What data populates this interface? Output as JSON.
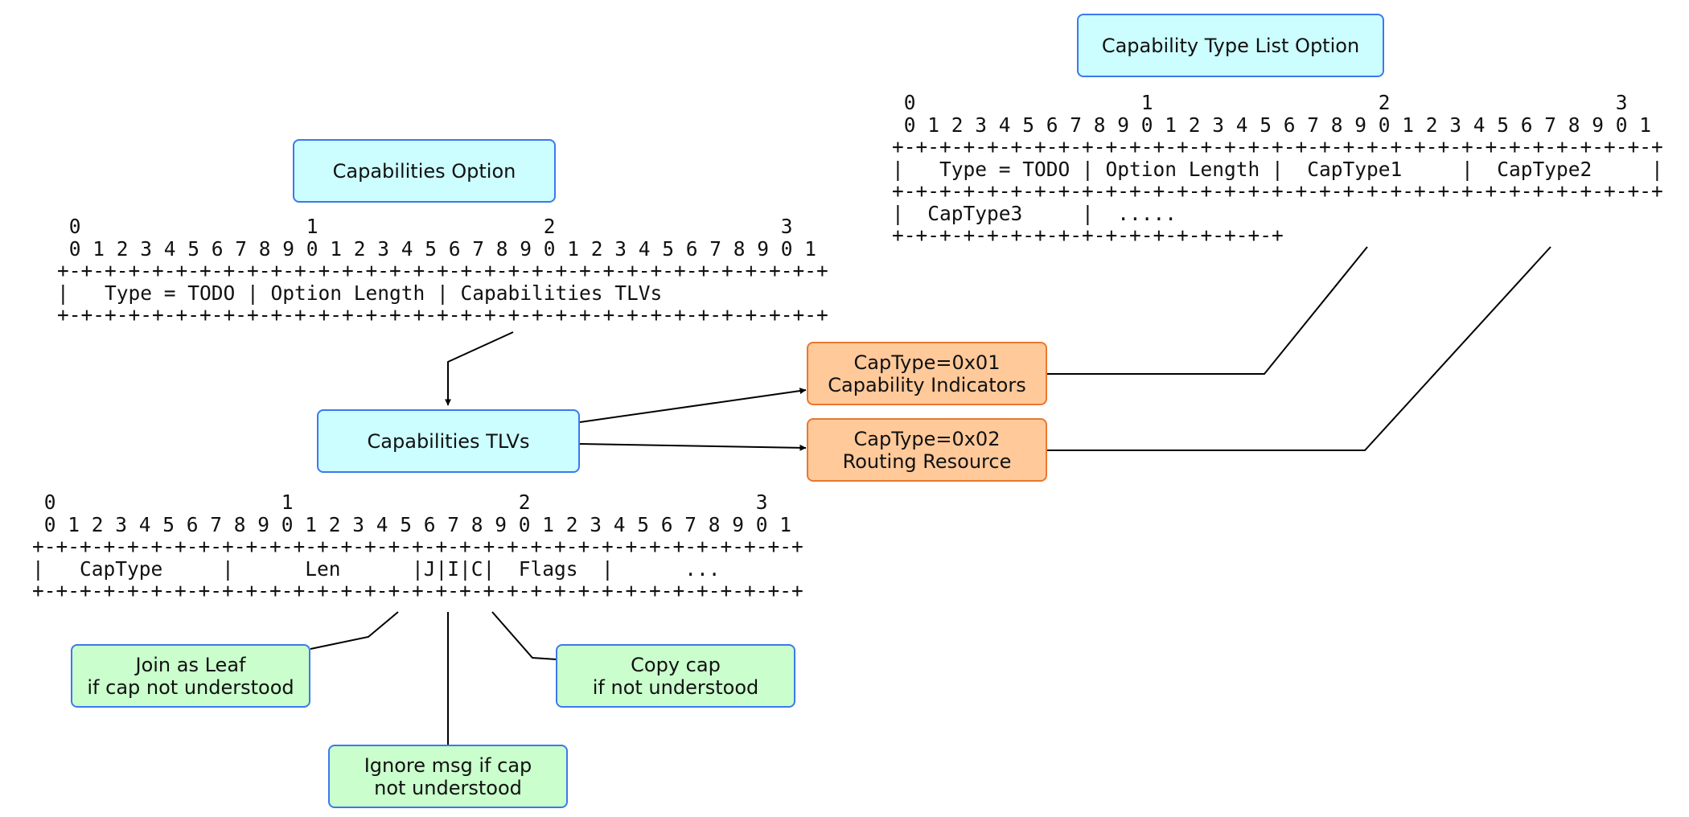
{
  "nodes": {
    "capability_type_list_option": "Capability Type List Option",
    "capabilities_option": "Capabilities Option",
    "capabilities_tlvs": "Capabilities TLVs",
    "captype_01": [
      "CapType=0x01",
      "Capability Indicators"
    ],
    "captype_02": [
      "CapType=0x02",
      "Routing Resource"
    ],
    "join_as_leaf": [
      "Join as Leaf",
      "if cap not understood"
    ],
    "copy_cap": [
      "Copy cap",
      "if not understood"
    ],
    "ignore_msg": [
      "Ignore msg if cap",
      "not understood"
    ]
  },
  "ascii": {
    "capability_type_list_option": [
      " 0                   1                   2                   3",
      " 0 1 2 3 4 5 6 7 8 9 0 1 2 3 4 5 6 7 8 9 0 1 2 3 4 5 6 7 8 9 0 1",
      "+-+-+-+-+-+-+-+-+-+-+-+-+-+-+-+-+-+-+-+-+-+-+-+-+-+-+-+-+-+-+-+-+",
      "|   Type = TODO | Option Length |  CapType1     |  CapType2     |",
      "+-+-+-+-+-+-+-+-+-+-+-+-+-+-+-+-+-+-+-+-+-+-+-+-+-+-+-+-+-+-+-+-+",
      "|  CapType3     |  .....",
      "+-+-+-+-+-+-+-+-+-+-+-+-+-+-+-+-+"
    ],
    "capabilities_option": [
      " 0                   1                   2                   3",
      " 0 1 2 3 4 5 6 7 8 9 0 1 2 3 4 5 6 7 8 9 0 1 2 3 4 5 6 7 8 9 0 1",
      "+-+-+-+-+-+-+-+-+-+-+-+-+-+-+-+-+-+-+-+-+-+-+-+-+-+-+-+-+-+-+-+-+",
      "|   Type = TODO | Option Length | Capabilities TLVs",
      "+-+-+-+-+-+-+-+-+-+-+-+-+-+-+-+-+-+-+-+-+-+-+-+-+-+-+-+-+-+-+-+-+"
    ],
    "capabilities_tlv": [
      " 0                   1                   2                   3",
      " 0 1 2 3 4 5 6 7 8 9 0 1 2 3 4 5 6 7 8 9 0 1 2 3 4 5 6 7 8 9 0 1",
      "+-+-+-+-+-+-+-+-+-+-+-+-+-+-+-+-+-+-+-+-+-+-+-+-+-+-+-+-+-+-+-+-+",
      "|   CapType     |      Len      |J|I|C|  Flags  |      ...",
      "+-+-+-+-+-+-+-+-+-+-+-+-+-+-+-+-+-+-+-+-+-+-+-+-+-+-+-+-+-+-+-+-+"
    ]
  },
  "colors": {
    "cyan_fill": "#ccfdff",
    "orange_fill": "#ffc99a",
    "green_fill": "#cafecc",
    "blue_border": "#3b79ec",
    "orange_border": "#e8782e"
  }
}
